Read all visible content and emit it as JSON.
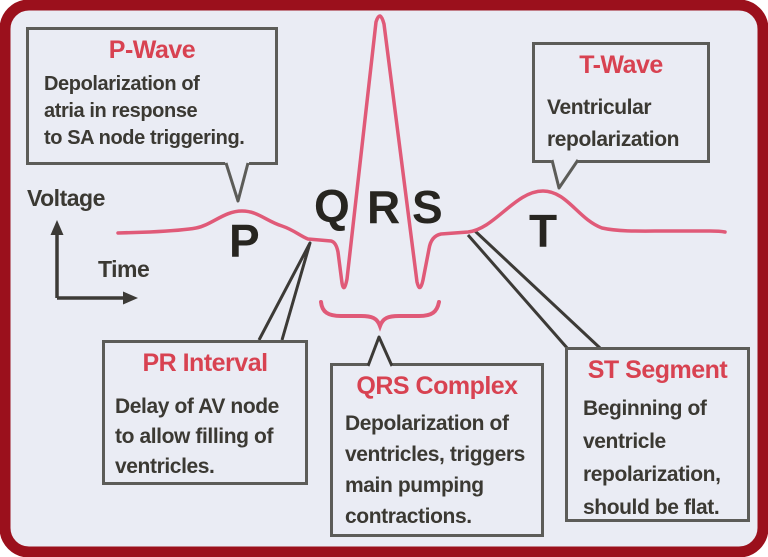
{
  "colors": {
    "page_background": "#ffffff",
    "frame_border_red": "#9b101c",
    "diagram_background": "#eaecf4",
    "trace_pink": "#e05a78",
    "callout_border_gray": "#5c5c58",
    "title_red": "#d84251",
    "body_text": "#3b3933",
    "wave_letter": "#272520",
    "connector_dark": "#3c3a36"
  },
  "axis": {
    "y_label": "Voltage",
    "x_label": "Time"
  },
  "wave_labels": {
    "p": "P",
    "q": "Q",
    "r": "R",
    "s": "S",
    "t": "T"
  },
  "callouts": {
    "p_wave": {
      "title": "P-Wave",
      "body": [
        "Depolarization of",
        "atria in response",
        "to SA node triggering."
      ]
    },
    "t_wave": {
      "title": "T-Wave",
      "body": [
        "Ventricular",
        "repolarization"
      ]
    },
    "pr_interval": {
      "title": "PR Interval",
      "body": [
        "Delay of AV node",
        "to allow filling of",
        "ventricles."
      ]
    },
    "qrs_complex": {
      "title": "QRS Complex",
      "body": [
        "Depolarization of",
        "ventricles, triggers",
        "main pumping",
        "contractions."
      ]
    },
    "st_segment": {
      "title": "ST Segment",
      "body": [
        "Beginning of",
        "ventricle",
        "repolarization,",
        "should be flat."
      ]
    }
  }
}
